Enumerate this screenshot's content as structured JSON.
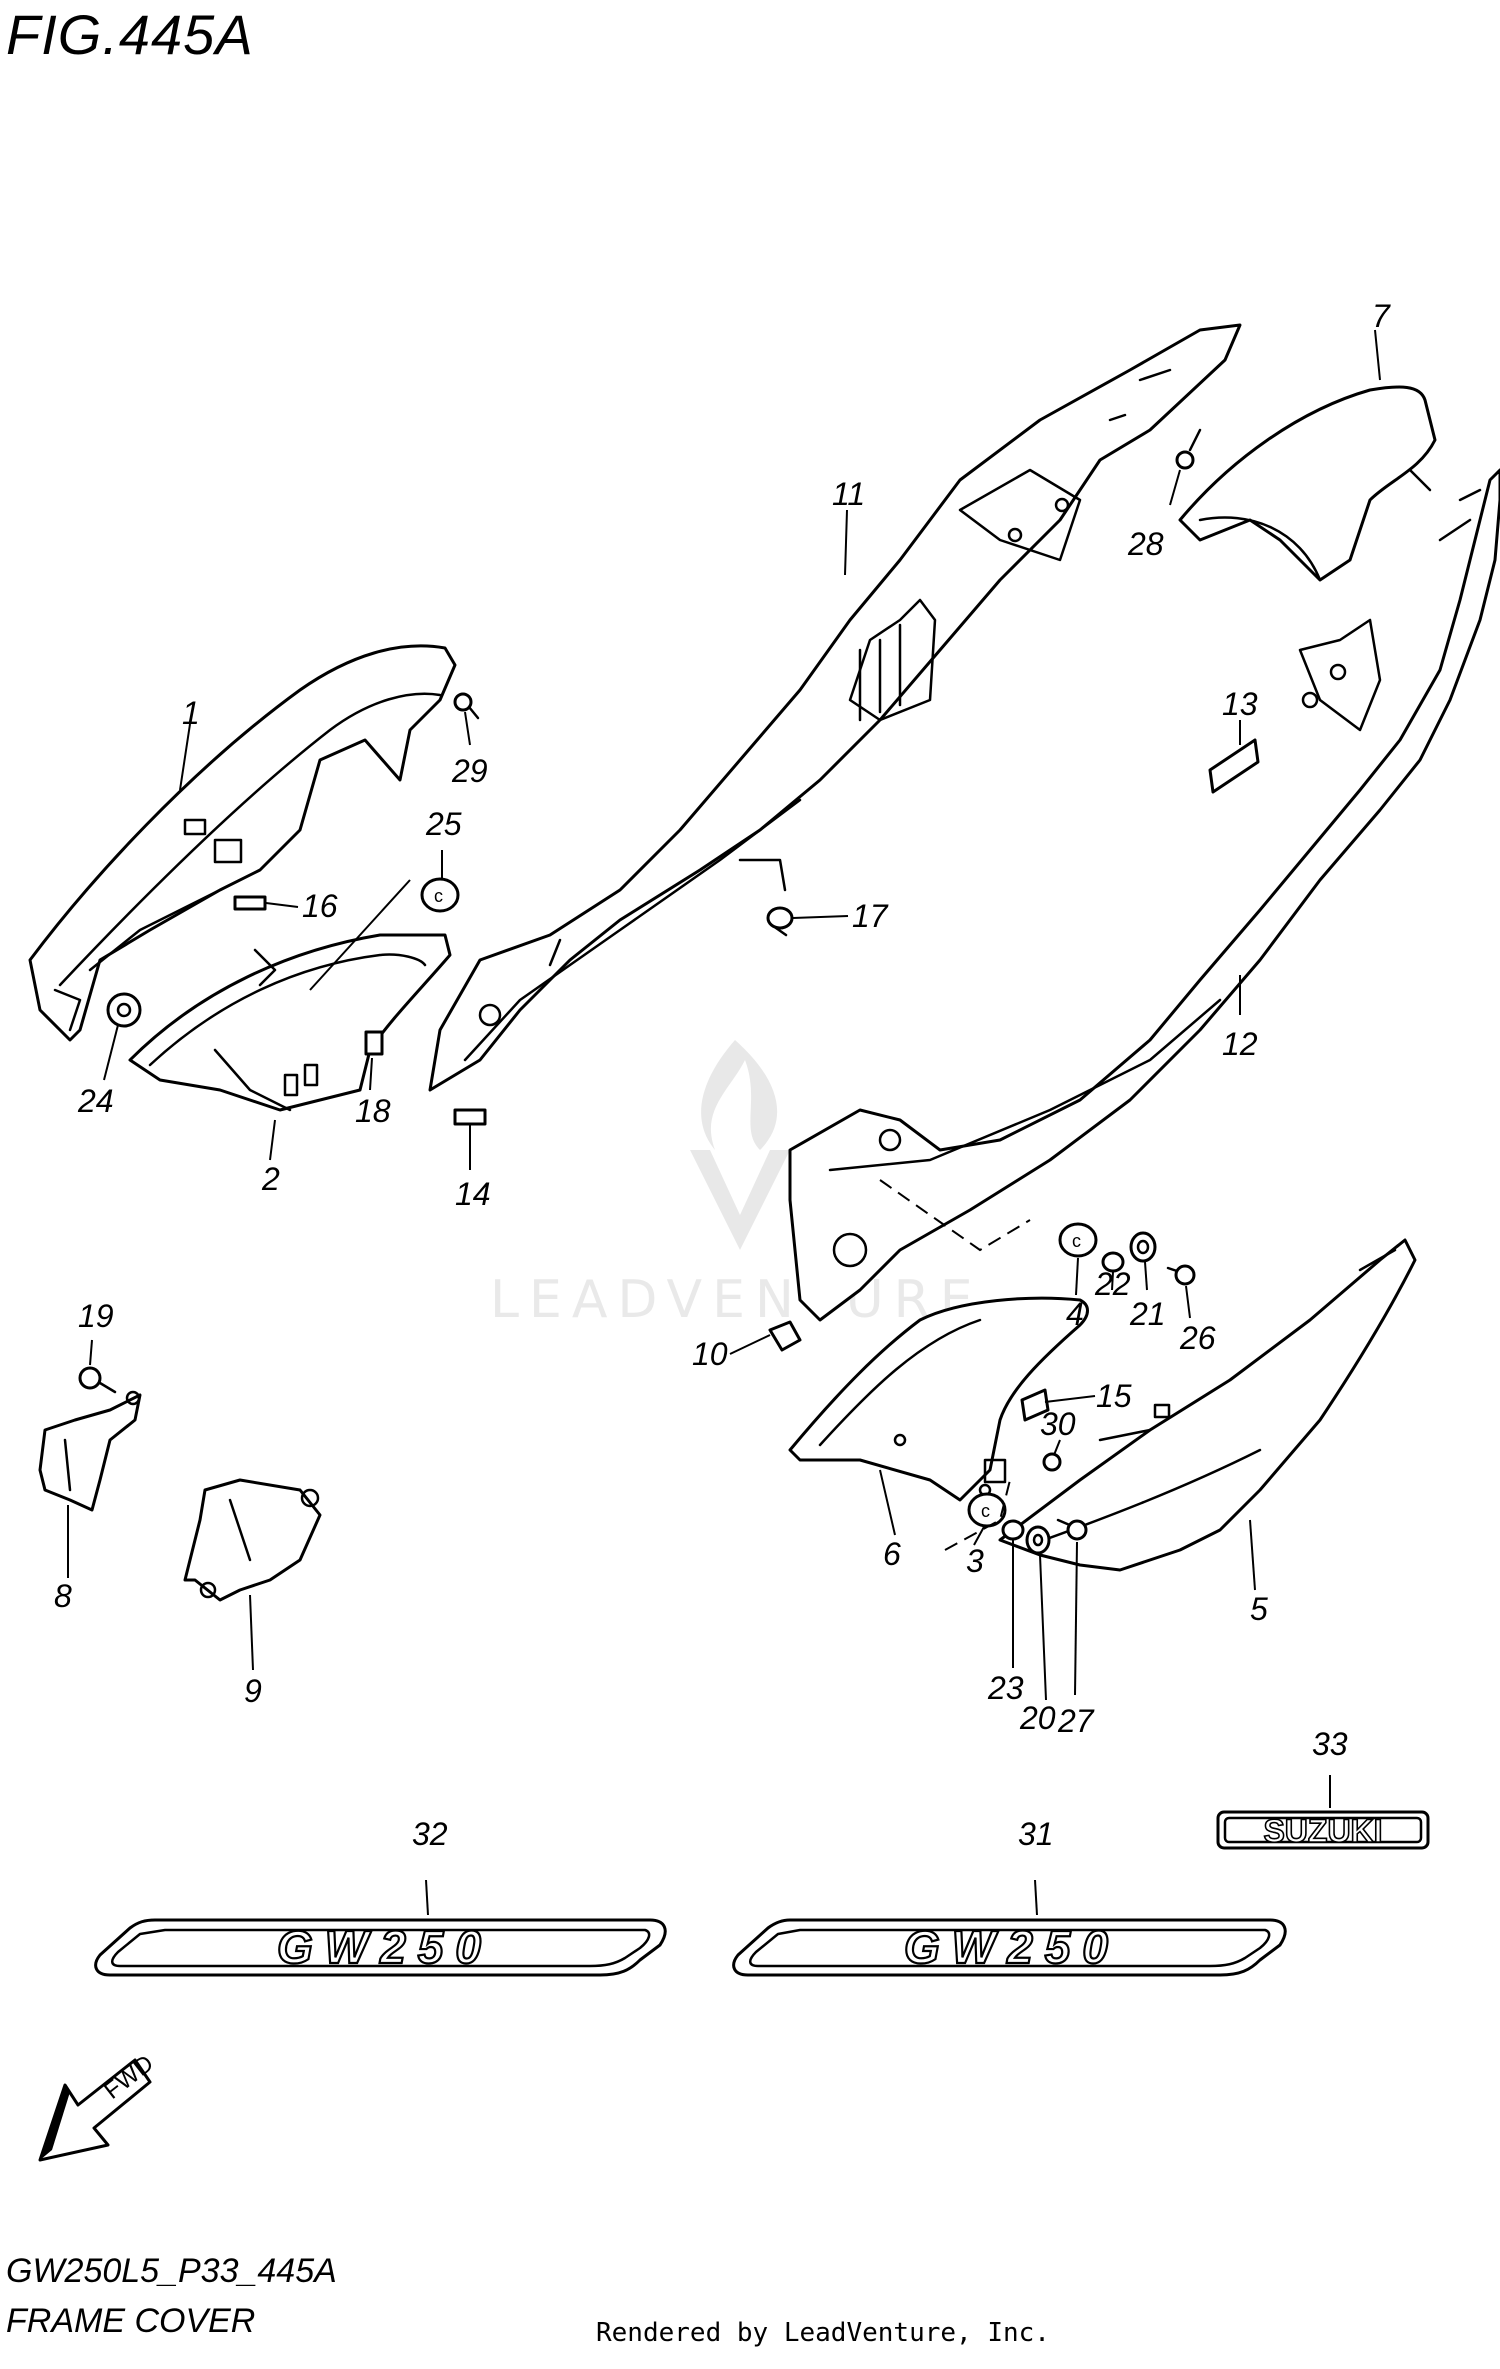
{
  "figure": {
    "title": "FIG.445A",
    "model_code": "GW250L5_P33_445A",
    "name": "FRAME COVER",
    "rendered_by": "Rendered by LeadVenture, Inc.",
    "watermark": "LEADVENTURE"
  },
  "callouts": {
    "c1": "1",
    "c2": "2",
    "c3": "3",
    "c4": "4",
    "c5": "5",
    "c6": "6",
    "c7": "7",
    "c8": "8",
    "c9": "9",
    "c10": "10",
    "c11": "11",
    "c12": "12",
    "c13": "13",
    "c14": "14",
    "c15": "15",
    "c16": "16",
    "c17": "17",
    "c18": "18",
    "c19": "19",
    "c20": "20",
    "c21": "21",
    "c22": "22",
    "c23": "23",
    "c24": "24",
    "c25": "25",
    "c26": "26",
    "c27": "27",
    "c28": "28",
    "c29": "29",
    "c30": "30",
    "c31": "31",
    "c32": "32",
    "c33": "33"
  },
  "emblems": {
    "model_badge": "GW250",
    "brand_badge": "SUZUKI",
    "fwd_arrow": "FWD"
  }
}
